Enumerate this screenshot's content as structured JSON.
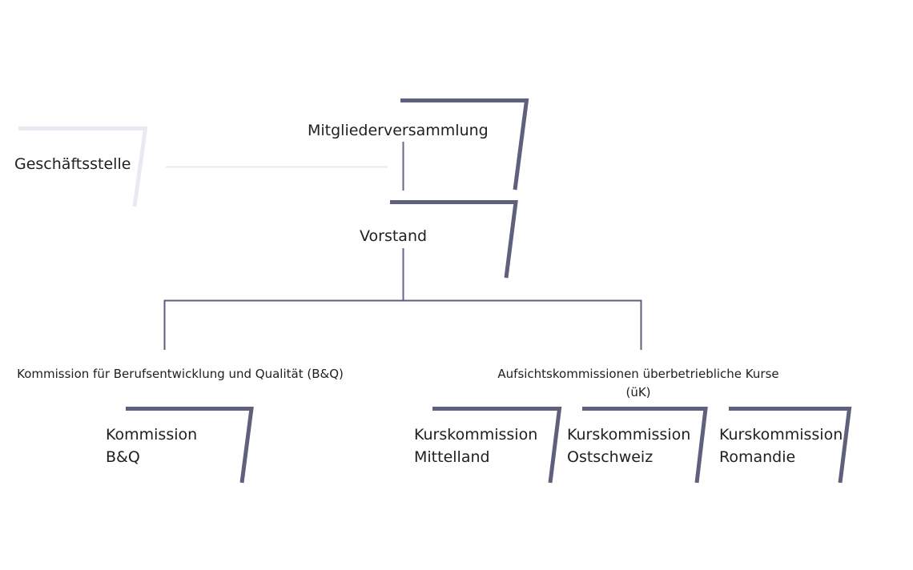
{
  "chart_type": "org-chart",
  "colors": {
    "bracket_dark": "#5f5f7e",
    "bracket_light": "#e9e9f4",
    "connector_dark": "#66668a",
    "connector_light": "#e9e9ee",
    "text": "#1f1f1f",
    "background": "#ffffff"
  },
  "nodes": {
    "mitgliederversammlung": {
      "label": "Mitgliederversammlung"
    },
    "geschaeftsstelle": {
      "label": "Geschäftsstelle"
    },
    "vorstand": {
      "label": "Vorstand"
    },
    "kommission_bq": {
      "line1": "Kommission",
      "line2": "B&Q"
    },
    "kurskommission_mittelland": {
      "line1": "Kurskommission",
      "line2": "Mittelland"
    },
    "kurskommission_ostschweiz": {
      "line1": "Kurskommission",
      "line2": "Ostschweiz"
    },
    "kurskommission_romandie": {
      "line1": "Kurskommission",
      "line2": "Romandie"
    }
  },
  "branches": {
    "left": {
      "label": "Kommission für Berufsentwicklung und Qualität (B&Q)"
    },
    "right": {
      "line1": "Aufsichtskommissionen überbetriebliche Kurse",
      "line2": "(üK)"
    }
  },
  "hierarchy": {
    "root": "Mitgliederversammlung",
    "staff_unit": "Geschäftsstelle",
    "level2": "Vorstand",
    "level3_left_children": [
      "Kommission B&Q"
    ],
    "level3_right_children": [
      "Kurskommission Mittelland",
      "Kurskommission Ostschweiz",
      "Kurskommission Romandie"
    ]
  }
}
